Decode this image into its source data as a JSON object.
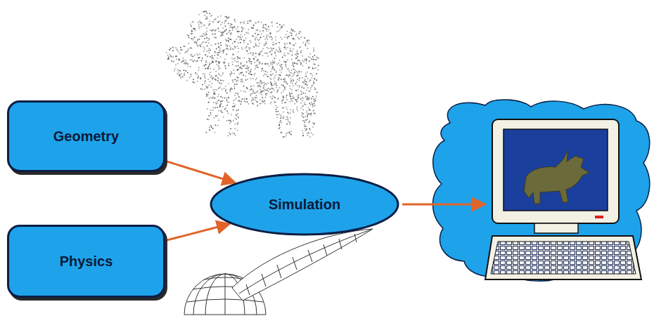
{
  "diagram": {
    "nodes": [
      {
        "text": [
          "Geometry"
        ]
      },
      {
        "text": [
          "Physics"
        ]
      },
      {
        "text": [
          "Simulation"
        ]
      }
    ],
    "edges": [
      {
        "from": 0,
        "to": 2,
        "arrow": "to"
      },
      {
        "from": 1,
        "to": 2,
        "arrow": "to"
      }
    ]
  }
}
